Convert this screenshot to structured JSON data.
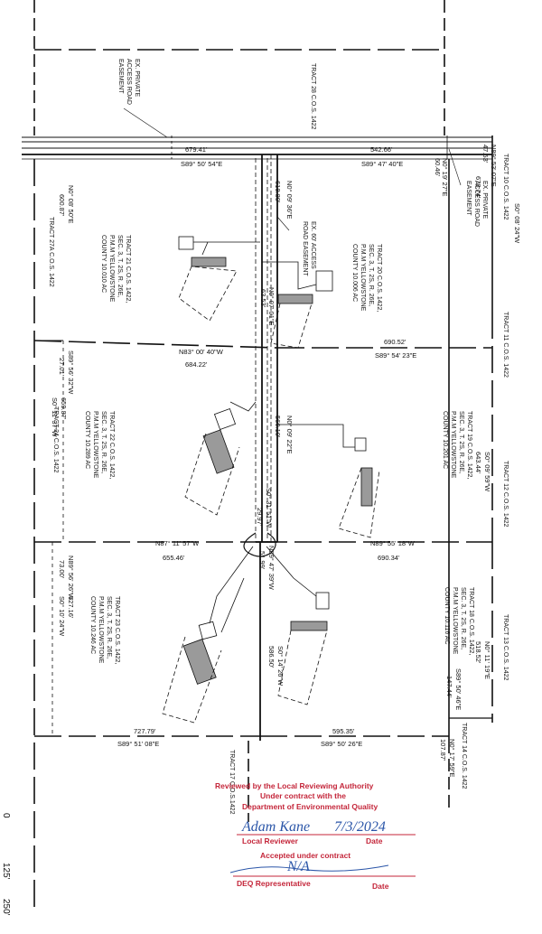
{
  "tracts": {
    "t28": "TRACT 28 C.O.S. 1422",
    "t10": "TRACT 10 C.O.S. 1422",
    "t11": "TRACT 11 C.O.S. 1422",
    "t12": "TRACT 12 C.O.S. 1422",
    "t13": "TRACT 13 C.O.S. 1422",
    "t14": "TRACT 14 C.O.S. 1422",
    "t17": "TRACT 17 C.O.S.1422",
    "t27a": "TRACT 27A C.O.S. 1422",
    "t24": "TRACT 24 C.O.S. 1422",
    "t21": [
      "TRACT 21 C.O.S. 1422,",
      "SEC. 3, T. 2S, R. 26E,",
      "P.M.M YELLOWSTONE",
      "COUNTY 10.010 AC"
    ],
    "t20": [
      "TRACT 20 C.O.S. 1422,",
      "SEC. 3, T. 2S, R. 26E,",
      "P.M.M YELLOWSTONE",
      "COUNTY 10.006 AC"
    ],
    "t22": [
      "TRACT 22 C.O.S. 1422,",
      "SEC. 3, T. 2S, R. 26E,",
      "P.M.M YELLOWSTONE",
      "COUNTY 10.289 AC"
    ],
    "t19": [
      "TRACT 19 C.O.S. 1422,",
      "SEC. 3, T. 2S, R. 26E,",
      "P.M.M YELLOWSTONE",
      "COUNTY 10.201 AC"
    ],
    "t23": [
      "TRACT 23 C.O.S. 1422,",
      "SEC. 3, T. 2S, R. 26E,",
      "P.M.M YELLOWSTONE",
      "COUNTY 10.246 AC"
    ],
    "t18": [
      "TRACT 18 C.O.S. 1422,",
      "SEC. 3, T. 2S, R. 26E,",
      "P.M.M YELLOWSTONE",
      "COUNTY 10.116 AC"
    ]
  },
  "easements": {
    "left": [
      "EX. PRIVATE",
      "ACCESS ROAD",
      "EASEMENT"
    ],
    "right": [
      "EX. PRIVATE",
      "ACCESS ROAD",
      "EASEMENT"
    ],
    "center": [
      "EX. 60' ACCESS",
      "ROAD EASEMENT"
    ]
  },
  "dims": {
    "d679_41": "679.41'",
    "d542_66": "542.66'",
    "b_s89_50_54e": "S89° 50' 54\"E",
    "b_s89_47_40e": "S89° 47' 40\"E",
    "b_n0_19_27e": "N0° 19' 27\"E",
    "d60_46": "60.46'",
    "b_n89_53_07e": "N89° 53' 07\"E",
    "d47_53": "47.53'",
    "d678_74": "678.74'",
    "b_s0_08_24w": "S0° 08' 24\"W",
    "b_n0_08_50e": "N0° 08' 50\"E",
    "d600_87": "600.87'",
    "d618_80": "618.80'",
    "b_n0_09_36e": "N0° 09' 36\"E",
    "b_n0_07_01e": "N0° 07' 01\"E",
    "d63_53": "63.53'",
    "b_n83_00_40w": "N83° 00' 40\"W",
    "d684_22": "684.22'",
    "d690_52": "690.52'",
    "b_s89_54_23e": "S89° 54' 23\"E",
    "b_s89_56_32w": "S89° 56' 32\"W",
    "d27_01": "27.01'",
    "d659_87": "659.87'",
    "b_s0_11_37w": "S0° 11' 37\"W",
    "d560_10": "560.10'",
    "b_n0_09_22e": "N0° 09' 22\"E",
    "d643_44": "643.44'",
    "b_s0_09_59w": "S0° 09' 59\"W",
    "b_s0_31_51w": "S0° 31' 51\"W",
    "d29_97": "29.97'",
    "b_n87_11_57w": "N87° 11' 57\"W",
    "d655_46": "655.46'",
    "b_n89_55_18w": "N89° 55' 18\"W",
    "d690_34": "690.34'",
    "b_n89_47_39w": "N89° 47' 39\"W",
    "d51_99": "51.99'",
    "b_n89_56_26w": "N89° 56' 26\"W",
    "d73_00": "73.00'",
    "d627_16": "627.16'",
    "b_s0_10_24w": "S0° 10' 24\"W",
    "d586_50": "586.50'",
    "b_s0_14_26w": "S0° 14' 26\"W",
    "d518_52": "518.52'",
    "b_n0_11_19e": "N0° 11' 19\"E",
    "b_s89_50_46e": "S89° 50' 46\"E",
    "d147_44": "147.44'",
    "d727_79": "727.79'",
    "b_s89_51_08e": "S89° 51' 08\"E",
    "d595_35": "595.35'",
    "b_s89_50_26e": "S89° 50' 26\"E",
    "d107_87": "107.87'",
    "b_n0_17_59e": "N0° 17' 59\"E"
  },
  "approval": {
    "line1": "Reviewed by the Local Reviewing Authority",
    "line2": "Under contract with the",
    "line3": "Department of Environmental Quality",
    "signature": "Adam Kane",
    "date_written": "7/3/2024",
    "reviewer_label": "Local Reviewer",
    "date_label_1": "Date",
    "accepted": "Accepted under contract",
    "na": "N/A",
    "deq_label": "DEQ Representative",
    "date_label_2": "Date"
  },
  "scale": {
    "t0": "0",
    "t125": "125'",
    "t250": "250'"
  },
  "colors": {
    "ink": "#111111",
    "stamp_red": "#c4263a",
    "stamp_blue": "#2a55a8"
  }
}
